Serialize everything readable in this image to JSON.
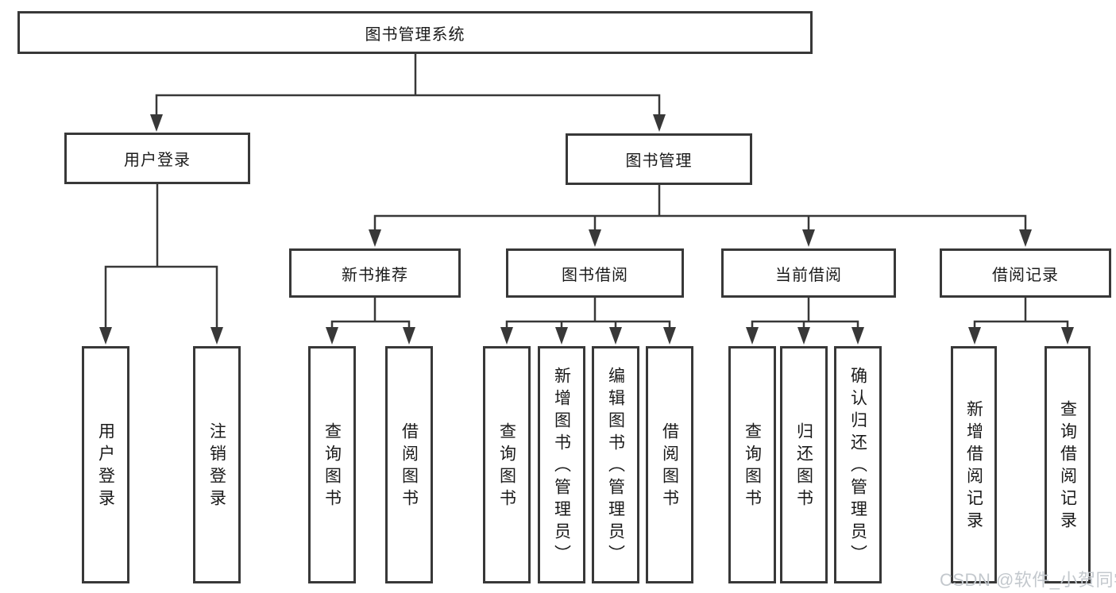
{
  "colors": {
    "line": "#383838",
    "box_border": "#383838",
    "text": "#1a1a1a",
    "background": "#ffffff",
    "watermark": "#c3c8cd"
  },
  "diagram": {
    "type": "hierarchy-tree",
    "root": {
      "label": "图书管理系统"
    },
    "level2": [
      {
        "label": "用户登录"
      },
      {
        "label": "图书管理"
      }
    ],
    "level3": [
      {
        "label": "新书推荐"
      },
      {
        "label": "图书借阅"
      },
      {
        "label": "当前借阅"
      },
      {
        "label": "借阅记录"
      }
    ],
    "leaves": {
      "user_login": [
        {
          "label": "用户登录"
        },
        {
          "label": "注销登录"
        }
      ],
      "new_book": [
        {
          "label": "查询图书"
        },
        {
          "label": "借阅图书"
        }
      ],
      "book_borrow": [
        {
          "label": "查询图书"
        },
        {
          "label": "新增图书（管理员）"
        },
        {
          "label": "编辑图书（管理员）"
        },
        {
          "label": "借阅图书"
        }
      ],
      "current_borrow": [
        {
          "label": "查询图书"
        },
        {
          "label": "归还图书"
        },
        {
          "label": "确认归还（管理员）"
        }
      ],
      "borrow_records": [
        {
          "label": "新增借阅记录"
        },
        {
          "label": "查询借阅记录"
        }
      ]
    }
  },
  "watermark": {
    "text": "CSDN @软件_小贺同学"
  }
}
